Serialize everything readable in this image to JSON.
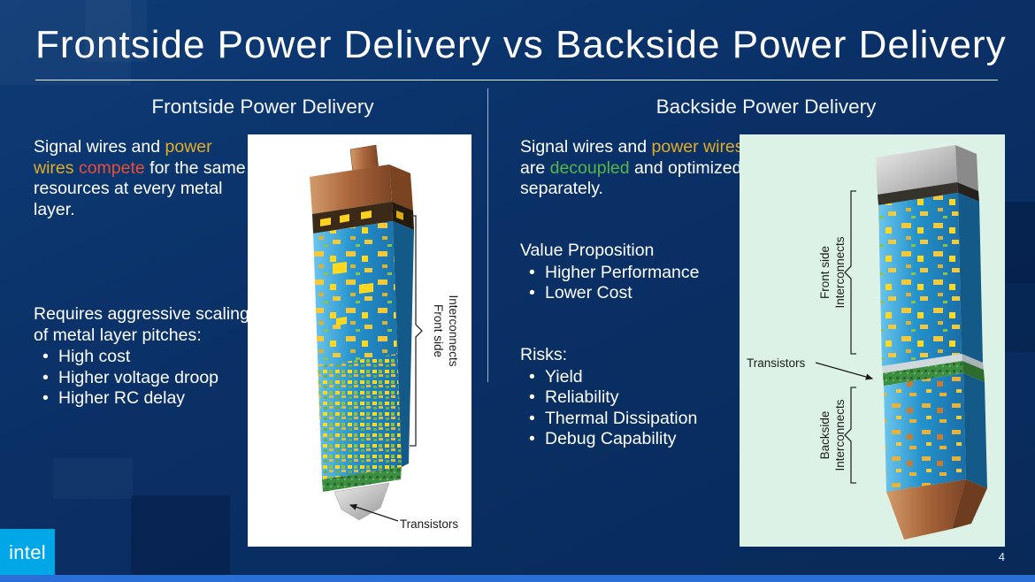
{
  "slide": {
    "title": "Frontside Power Delivery vs Backside Power Delivery",
    "page_number": "4",
    "logo_text": "intel"
  },
  "colors": {
    "background_navy": "#0a3066",
    "accent_yellow": "#e0ad2a",
    "accent_red": "#e84f38",
    "accent_green": "#55b648",
    "bottom_bar_blue": "#2a6fd8",
    "logo_blue": "#00a7e6",
    "frontside_panel": "#ffffff",
    "backside_panel": "#dcf2e6"
  },
  "frontside": {
    "heading": "Frontside Power Delivery",
    "intro": {
      "t1": "Signal wires and ",
      "power_wires": "power wires",
      "t2": " ",
      "compete": "compete",
      "t3": " for the same resources at every metal layer."
    },
    "requires": "Requires aggressive scaling of metal layer pitches:",
    "bullets": [
      "High cost",
      "Higher voltage droop",
      "Higher RC delay"
    ],
    "figure": {
      "interconnects_line1": "Front side",
      "interconnects_line2": "Interconnects",
      "transistors": "Transistors"
    }
  },
  "backside": {
    "heading": "Backside Power Delivery",
    "intro": {
      "t1": "Signal wires and ",
      "power_wires": "power wires",
      "t2": " are ",
      "decoupled": "decoupled",
      "t3": " and optimized separately."
    },
    "value_proposition": {
      "heading": "Value Proposition",
      "bullets": [
        "Higher Performance",
        "Lower Cost"
      ]
    },
    "risks": {
      "heading": "Risks:",
      "bullets": [
        "Yield",
        "Reliability",
        "Thermal Dissipation",
        "Debug Capability"
      ]
    },
    "figure": {
      "frontside_line1": "Front side",
      "frontside_line2": "Interconnects",
      "transistors": "Transistors",
      "backside_line1": "Backside",
      "backside_line2": "Interconnects"
    }
  }
}
